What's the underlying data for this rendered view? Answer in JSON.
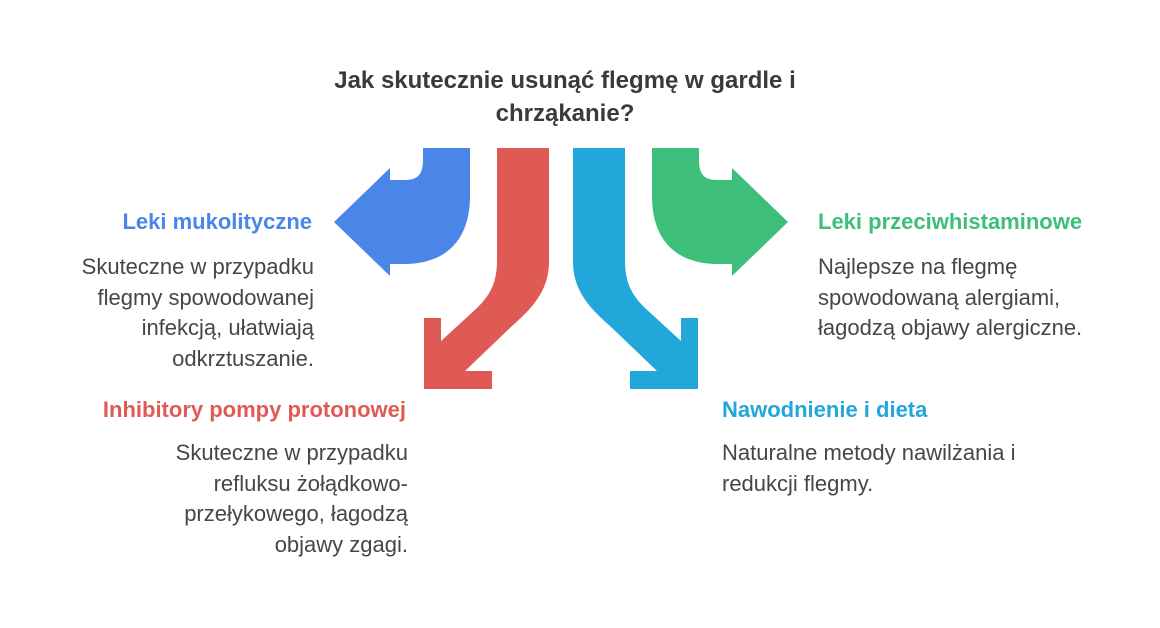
{
  "title": "Jak skutecznie usunąć flegmę w gardle i chrząkanie?",
  "colors": {
    "blue": "#4A86E8",
    "red": "#E05A55",
    "cyan": "#22A7DB",
    "green": "#3DBE7A"
  },
  "options": [
    {
      "key": "blue",
      "heading": "Leki mukolityczne",
      "description": "Skuteczne w przypadku flegmy spowodowanej infekcją, ułatwiają odkrztuszanie."
    },
    {
      "key": "red",
      "heading": "Inhibitory pompy protonowej",
      "description": "Skuteczne w przypadku refluksu żołądkowo-przełykowego, łagodzą objawy zgagi."
    },
    {
      "key": "cyan",
      "heading": "Nawodnienie i dieta",
      "description": "Naturalne metody nawilżania i redukcji flegmy."
    },
    {
      "key": "green",
      "heading": "Leki przeciwhistaminowe",
      "description": "Najlepsze na flegmę spowodowaną alergiami, łagodzą objawy alergiczne."
    }
  ]
}
